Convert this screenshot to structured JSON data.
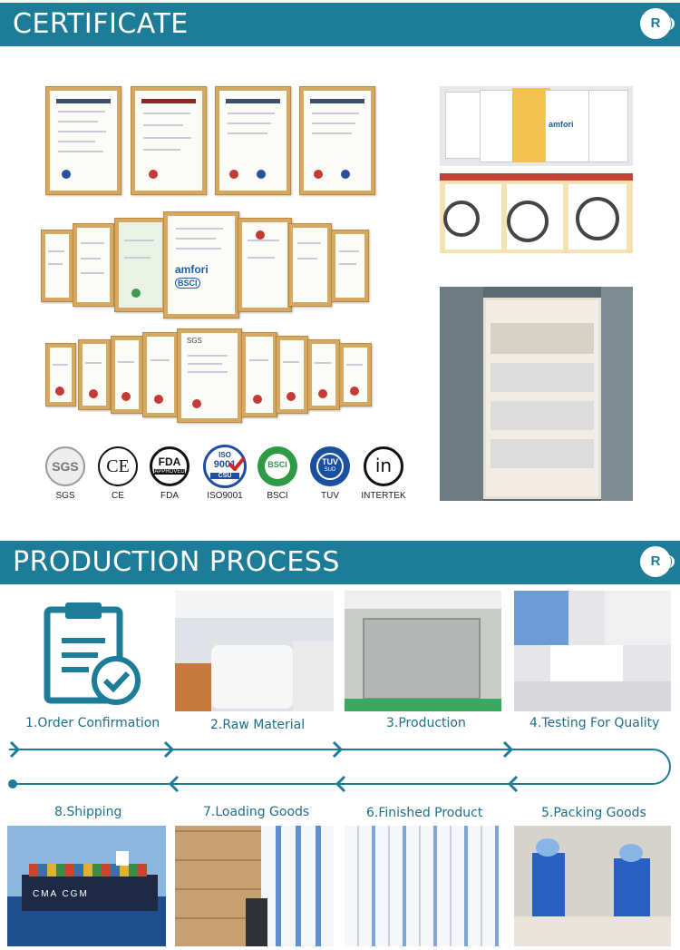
{
  "certificate": {
    "title": "CERTIFICATE",
    "logo_letter": "R",
    "amfori_text": "amfori",
    "bsci_text": "BSCI",
    "sgs_text": "SGS",
    "badges": [
      {
        "label": "SGS",
        "icon": "sgs-icon"
      },
      {
        "label": "CE",
        "icon": "ce-icon"
      },
      {
        "label": "FDA",
        "icon": "fda-icon"
      },
      {
        "label": "ISO9001",
        "icon": "iso9001-icon"
      },
      {
        "label": "BSCI",
        "icon": "bsci-icon"
      },
      {
        "label": "TUV",
        "icon": "tuv-icon"
      },
      {
        "label": "INTERTEK",
        "icon": "intertek-icon"
      }
    ],
    "badge_texts": {
      "sgs": "SGS",
      "ce": "CE",
      "fda_top": "FDA",
      "fda_bottom": "APPROVED",
      "iso_top": "ISO",
      "iso_num": "9001",
      "iso_bottom": "CSU",
      "bsci": "BSCI",
      "tuv": "TUV",
      "tuv_sub": "SUD",
      "intertek": "in"
    }
  },
  "production": {
    "title": "PRODUCTION PROCESS",
    "logo_letter": "R",
    "steps_top": [
      {
        "label": "1.Order Confirmation"
      },
      {
        "label": "2.Raw Material"
      },
      {
        "label": "3.Production"
      },
      {
        "label": "4.Testing For Quality"
      }
    ],
    "steps_bottom": [
      {
        "label": "8.Shipping"
      },
      {
        "label": "7.Loading Goods"
      },
      {
        "label": "6.Finished Product"
      },
      {
        "label": "5.Packing Goods"
      }
    ],
    "ship_text": "CMA CGM"
  },
  "colors": {
    "brand": "#1d7c97",
    "step_text": "#1d6f8a"
  }
}
